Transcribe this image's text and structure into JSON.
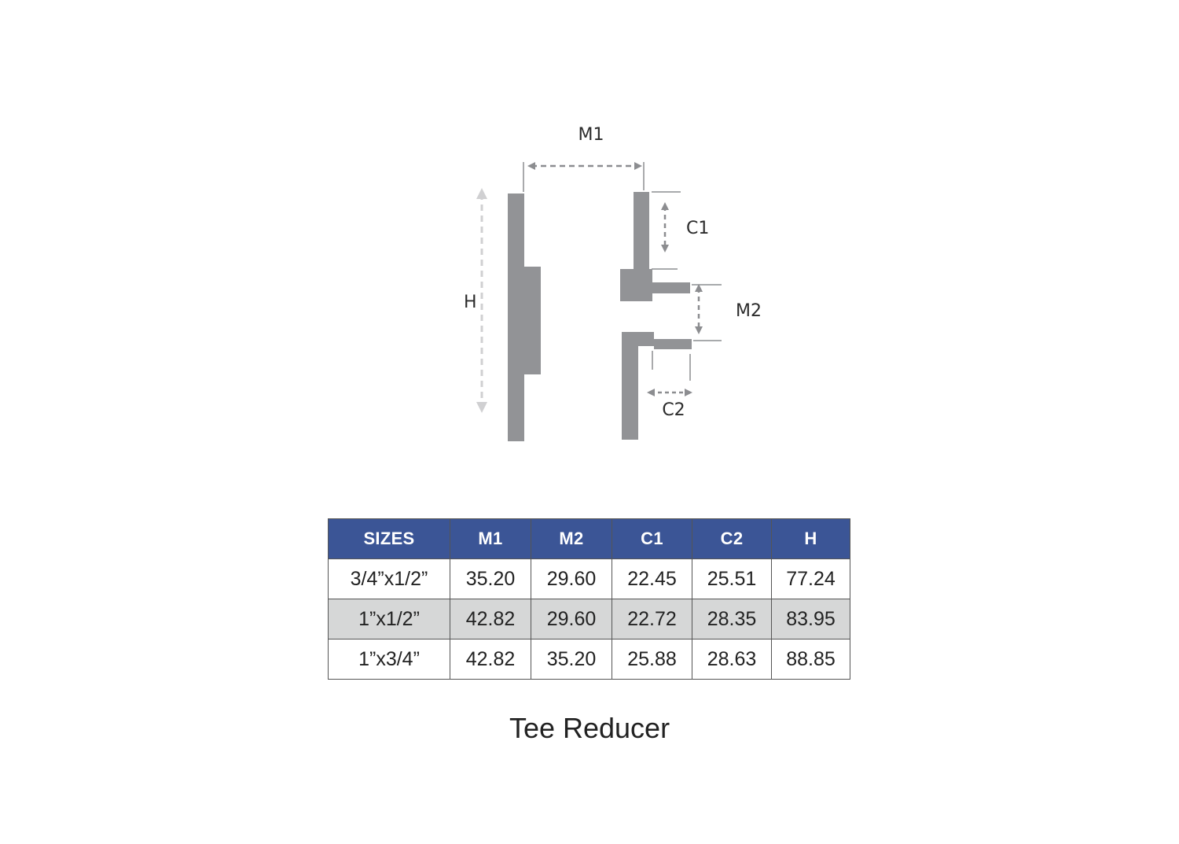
{
  "diagram": {
    "labels": {
      "m1": "M1",
      "c1": "C1",
      "h": "H",
      "m2": "M2",
      "c2": "C2"
    },
    "colors": {
      "part": "#929396",
      "dimension": "#8c8d90",
      "dimension_light": "#d0d0d2"
    }
  },
  "table": {
    "headers": [
      "SIZES",
      "M1",
      "M2",
      "C1",
      "C2",
      "H"
    ],
    "rows": [
      [
        "3/4”x1/2”",
        "35.20",
        "29.60",
        "22.45",
        "25.51",
        "77.24"
      ],
      [
        "1”x1/2”",
        "42.82",
        "29.60",
        "22.72",
        "28.35",
        "83.95"
      ],
      [
        "1”x3/4”",
        "42.82",
        "35.20",
        "25.88",
        "28.63",
        "88.85"
      ]
    ],
    "colors": {
      "header_bg": "#3b5596",
      "shaded_row": "#d6d7d7"
    }
  },
  "caption": "Tee Reducer"
}
